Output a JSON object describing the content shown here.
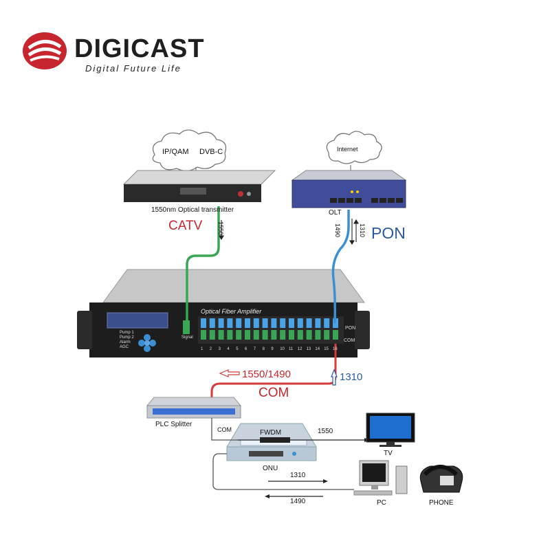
{
  "brand": {
    "name": "DIGICAST",
    "tagline": "Digital Future Life"
  },
  "clouds": {
    "ipqam": "IP/QAM",
    "dvbc": "DVB-C",
    "internet": "Internet"
  },
  "devices": {
    "transmitter": "1550nm Optical transmitter",
    "olt": "OLT",
    "amplifier": "Optical Fiber Amplifier",
    "amp_indicators": [
      "Pump 1",
      "Pump 2",
      "Alarm",
      "AGC"
    ],
    "amp_ports": [
      "1",
      "2",
      "3",
      "4",
      "5",
      "6",
      "7",
      "8",
      "9",
      "10",
      "11",
      "12",
      "13",
      "14",
      "15",
      "16"
    ],
    "amp_signal": "Signal",
    "amp_pon": "PON",
    "amp_com": "COM",
    "plc": "PLC Splitter",
    "fwdm": "FWDM",
    "onu": "ONU",
    "tv": "TV",
    "pc": "PC",
    "phone": "PHONE"
  },
  "labels": {
    "catv": "CATV",
    "w1550_tx": "1550",
    "w1490_olt": "1490",
    "w1310_olt": "1310",
    "pon": "PON",
    "w1550_1490": "1550/1490",
    "w1310_amp": "1310",
    "com": "COM",
    "com_small": "COM",
    "w1550_tv": "1550",
    "w1310_onu": "1310",
    "w1490_onu": "1490"
  },
  "colors": {
    "catv_fiber": "#3aa655",
    "pon_fiber": "#3b8fd4",
    "com_fiber": "#d63a3a",
    "brand_red": "#c8262f",
    "label_blue": "#2a5aa5"
  }
}
